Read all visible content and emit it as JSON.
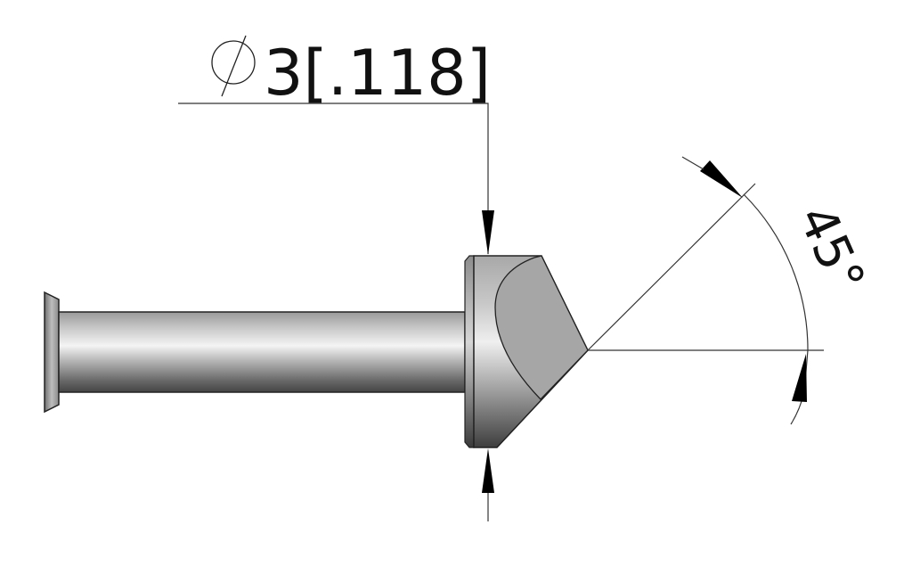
{
  "drawing": {
    "type": "technical-drawing",
    "part": "countersink-style pin with chamfered head",
    "colors": {
      "background": "#ffffff",
      "line": "#222222",
      "arrow": "#000000",
      "shaft_light": "#f2f2f2",
      "shaft_mid": "#c4c4c4",
      "shaft_dark": "#555555",
      "face": "#a6a6a6"
    }
  },
  "dimensions": {
    "diameter": {
      "symbol": "⌀",
      "value": "3",
      "alt_value": "[.118]",
      "label": "3[.118]"
    },
    "angle": {
      "value": "45",
      "unit": "°",
      "label": "45°"
    }
  }
}
